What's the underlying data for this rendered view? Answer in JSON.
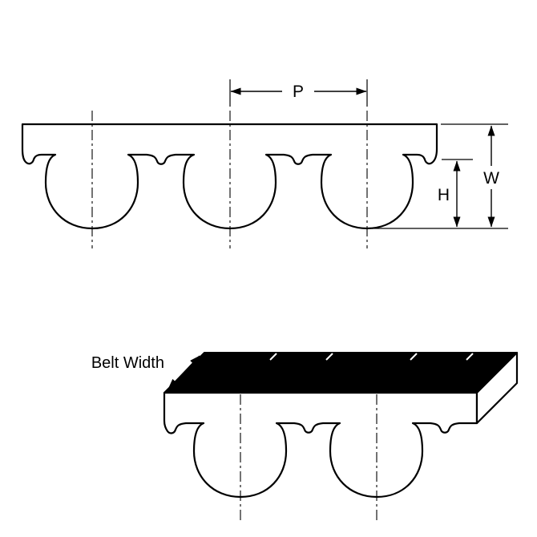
{
  "diagram": {
    "labels": {
      "pitch": "P",
      "belt_thickness": "W",
      "tooth_height": "H",
      "belt_width": "Belt Width"
    },
    "colors": {
      "line": "#000000",
      "belt_fill": "#ffffff",
      "top_face_fill": "#000000",
      "background": "#ffffff"
    },
    "views": [
      {
        "name": "tooth-profile-section",
        "teeth_visible": 3
      },
      {
        "name": "perspective-belt-view",
        "teeth_visible": 2
      }
    ]
  }
}
